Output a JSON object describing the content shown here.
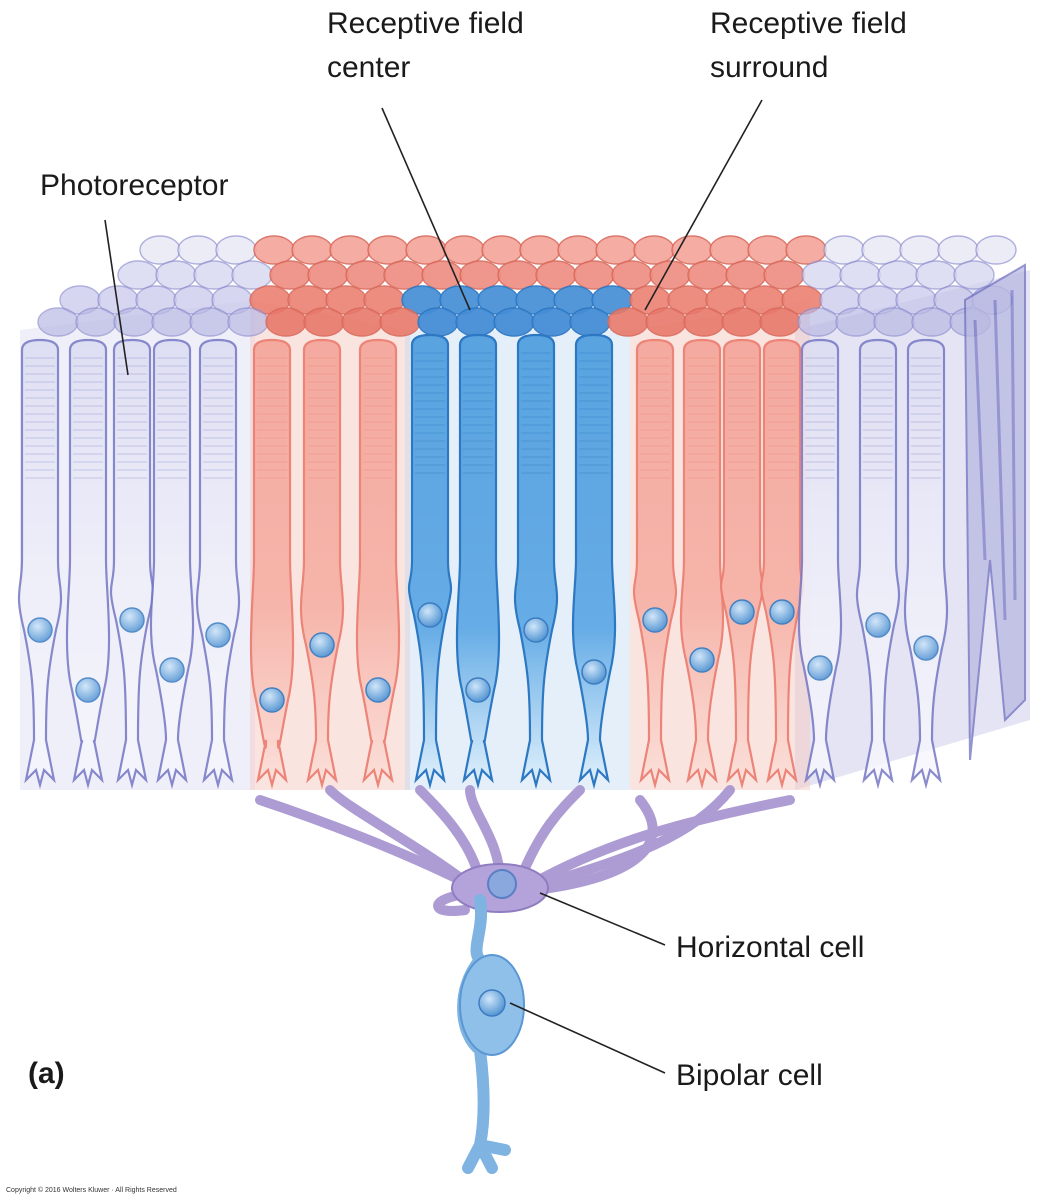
{
  "labels": {
    "photoreceptor": "Photoreceptor",
    "center": {
      "line1": "Receptive field",
      "line2": "center"
    },
    "surround": {
      "line1": "Receptive field",
      "line2": "surround"
    },
    "horizontal_cell": "Horizontal cell",
    "bipolar_cell": "Bipolar cell",
    "panel": "(a)",
    "copyright": "Copyright © 2016 Wolters Kluwer · All Rights Reserved"
  },
  "colors": {
    "surround_tint": "#7577c4",
    "surround_red": "#ec7f73",
    "center_blue": "#3f8fd6",
    "horizontal": "#a592cf",
    "bipolar": "#7fb3e2"
  }
}
